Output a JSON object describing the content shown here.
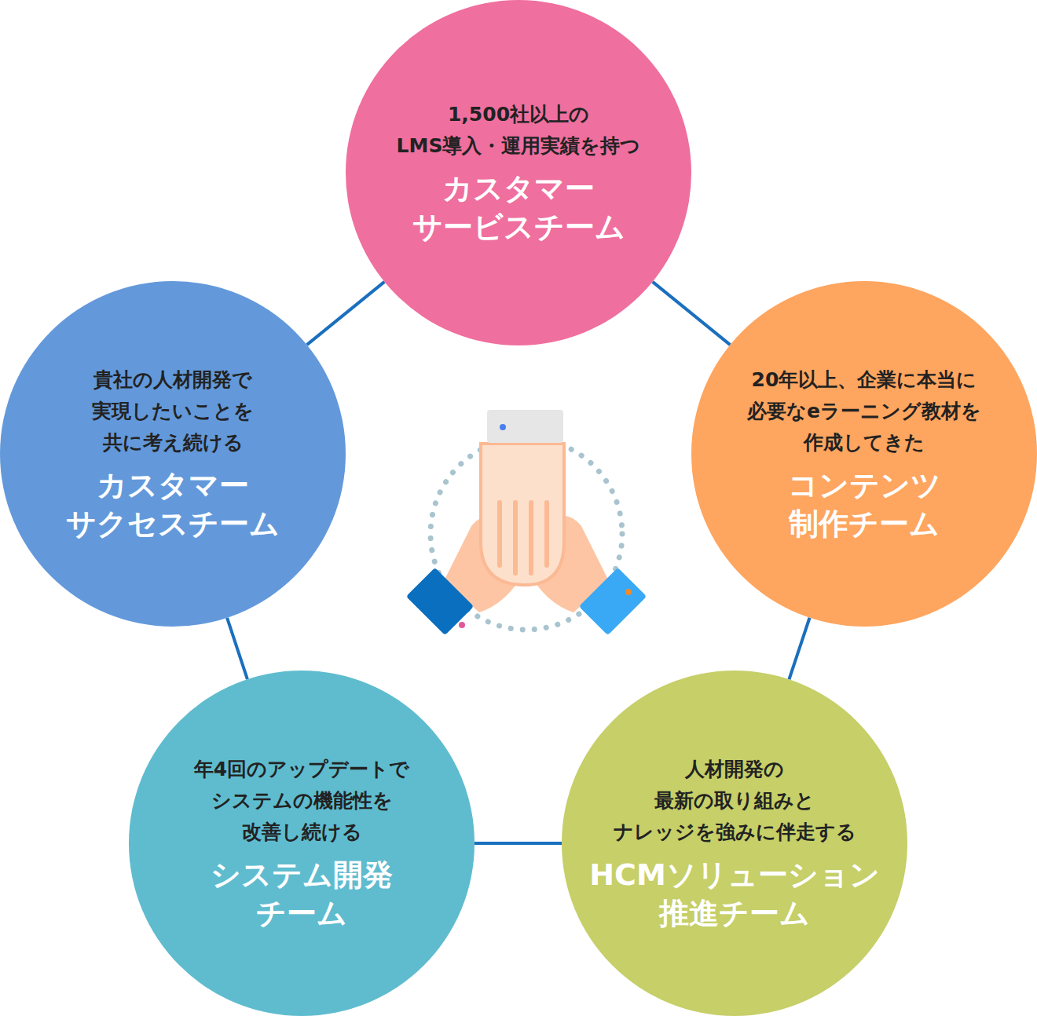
{
  "diagram": {
    "nodes": [
      {
        "text": [
          "1,500社以上の LMS導入・運用実績を持つ",
          "カスタマー サービスチーム"
        ]
      },
      {
        "text": [
          "20年以上、企業に本当に 必要なeラーニング教材を 作成してきた",
          "コンテンツ 制作チーム"
        ]
      },
      {
        "text": [
          "人材開発の 最新の取り組みと ナレッジを強みに伴走する",
          "HCMソリューション 推進チーム"
        ]
      },
      {
        "text": [
          "年4回のアップデートで システムの機能性を 改善し続ける",
          "システム開発 チーム"
        ]
      },
      {
        "text": [
          "貴社の人材開発で 実現したいことを 共に考え続ける",
          "カスタマー サクセスチーム"
        ]
      }
    ],
    "edges": [
      {
        "from": 0,
        "to": 1,
        "arrow": "none"
      },
      {
        "from": 1,
        "to": 2,
        "arrow": "none"
      },
      {
        "from": 2,
        "to": 3,
        "arrow": "none"
      },
      {
        "from": 3,
        "to": 4,
        "arrow": "none"
      },
      {
        "from": 4,
        "to": 0,
        "arrow": "none"
      }
    ]
  }
}
